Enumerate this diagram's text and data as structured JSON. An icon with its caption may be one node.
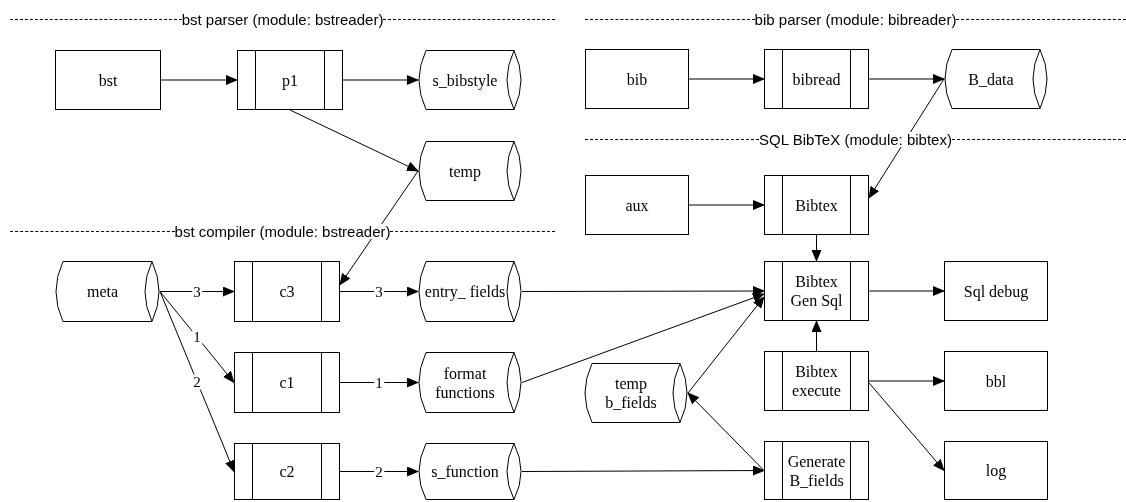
{
  "diagram": {
    "nodes": [
      {
        "text": [
          "bst"
        ]
      },
      {
        "text": [
          "p1"
        ]
      },
      {
        "text": [
          "s_bibstyle"
        ]
      },
      {
        "text": [
          "temp"
        ]
      },
      {
        "text": [
          "bib"
        ]
      },
      {
        "text": [
          "bibread"
        ]
      },
      {
        "text": [
          "B_data"
        ]
      },
      {
        "text": [
          "aux"
        ]
      },
      {
        "text": [
          "Bibtex"
        ]
      },
      {
        "text": [
          "meta"
        ]
      },
      {
        "text": [
          "c3"
        ]
      },
      {
        "text": [
          "entry_ fields"
        ]
      },
      {
        "text": [
          "c1"
        ]
      },
      {
        "text": [
          "format functions"
        ]
      },
      {
        "text": [
          "c2"
        ]
      },
      {
        "text": [
          "s_function"
        ]
      },
      {
        "text": [
          "Bibtex Gen Sql"
        ]
      },
      {
        "text": [
          "Sql debug"
        ]
      },
      {
        "text": [
          "temp b_fields"
        ]
      },
      {
        "text": [
          "Bibtex execute"
        ]
      },
      {
        "text": [
          "bbl"
        ]
      },
      {
        "text": [
          "Generate B_fields"
        ]
      },
      {
        "text": [
          "log"
        ]
      }
    ],
    "edges": [
      {
        "from": 0,
        "to": 1,
        "arrow": "to"
      },
      {
        "from": 1,
        "to": 2,
        "arrow": "to"
      },
      {
        "from": 1,
        "to": 3,
        "arrow": "to"
      },
      {
        "from": 3,
        "to": 10,
        "arrow": "to"
      },
      {
        "from": 4,
        "to": 5,
        "arrow": "to"
      },
      {
        "from": 5,
        "to": 6,
        "arrow": "to"
      },
      {
        "from": 6,
        "to": 8,
        "arrow": "to"
      },
      {
        "from": 7,
        "to": 8,
        "arrow": "to"
      },
      {
        "from": 8,
        "to": 16,
        "arrow": "to"
      },
      {
        "from": 9,
        "to": 10,
        "arrow": "to",
        "label": "3"
      },
      {
        "from": 9,
        "to": 12,
        "arrow": "to",
        "label": "1"
      },
      {
        "from": 9,
        "to": 14,
        "arrow": "to",
        "label": "2"
      },
      {
        "from": 10,
        "to": 11,
        "arrow": "to",
        "label": "3"
      },
      {
        "from": 12,
        "to": 13,
        "arrow": "to",
        "label": "1"
      },
      {
        "from": 14,
        "to": 15,
        "arrow": "to",
        "label": "2"
      },
      {
        "from": 11,
        "to": 16,
        "arrow": "to"
      },
      {
        "from": 13,
        "to": 16,
        "arrow": "to"
      },
      {
        "from": 18,
        "to": 16,
        "arrow": "to"
      },
      {
        "from": 15,
        "to": 21,
        "arrow": "to"
      },
      {
        "from": 21,
        "to": 18,
        "arrow": "to"
      },
      {
        "from": 19,
        "to": 16,
        "arrow": "to"
      },
      {
        "from": 19,
        "to": 20,
        "arrow": "to"
      },
      {
        "from": 19,
        "to": 22,
        "arrow": "to"
      },
      {
        "from": 16,
        "to": 17,
        "arrow": "to"
      }
    ],
    "labels": [
      "bst parser (module: bstreader)",
      "bib parser (module: bibreader)",
      "SQL BibTeX (module: bibtex)",
      "bst compiler (module: bstreader)"
    ]
  }
}
